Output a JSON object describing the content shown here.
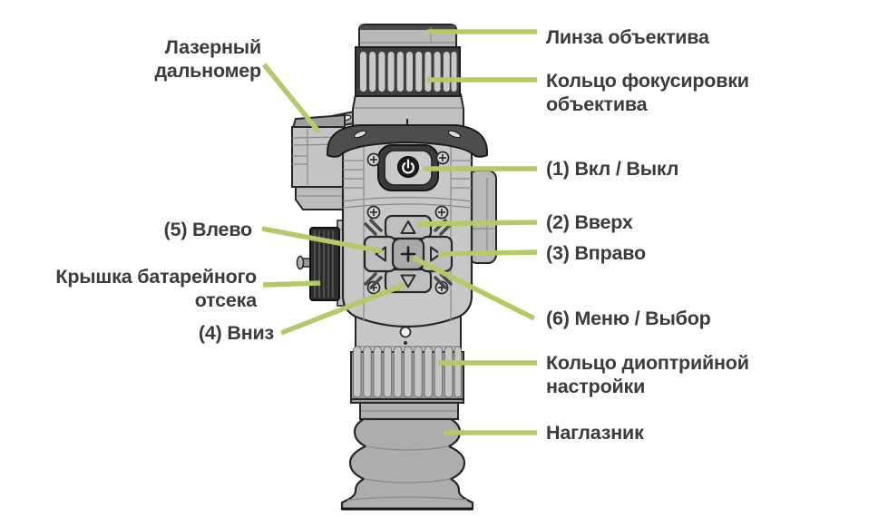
{
  "colors": {
    "accent": "#b3ca66",
    "text": "#3b3b3b",
    "background": "#ffffff",
    "device_light": "#c8c8c8",
    "device_dark": "#2d2d2d"
  },
  "device": {
    "kind": "labeled line diagram of a riflescope with laser rangefinder",
    "icons": [
      "power-icon",
      "up-arrow-icon",
      "down-arrow-icon",
      "left-arrow-icon",
      "right-arrow-icon",
      "menu-cross-icon",
      "screw-icon"
    ]
  },
  "labels": {
    "left": [
      {
        "id": "laser-rangefinder",
        "text": "Лазерный\nдальномер"
      },
      {
        "id": "left-button",
        "text": "(5) Влево"
      },
      {
        "id": "battery-cover",
        "text": "Крышка батарейного\nотсека"
      },
      {
        "id": "down-button",
        "text": "(4) Вниз"
      }
    ],
    "right": [
      {
        "id": "objective-lens",
        "text": "Линза объектива"
      },
      {
        "id": "focus-ring",
        "text": "Кольцо фокусировки\nобъектива"
      },
      {
        "id": "power-button",
        "text": "(1) Вкл / Выкл"
      },
      {
        "id": "up-button",
        "text": "(2) Вверх"
      },
      {
        "id": "right-button",
        "text": "(3) Вправо"
      },
      {
        "id": "menu-select-button",
        "text": "(6) Меню / Выбор"
      },
      {
        "id": "diopter-ring",
        "text": "Кольцо диоптрийной\nнастройки"
      },
      {
        "id": "eyecup",
        "text": "Наглазник"
      }
    ]
  }
}
